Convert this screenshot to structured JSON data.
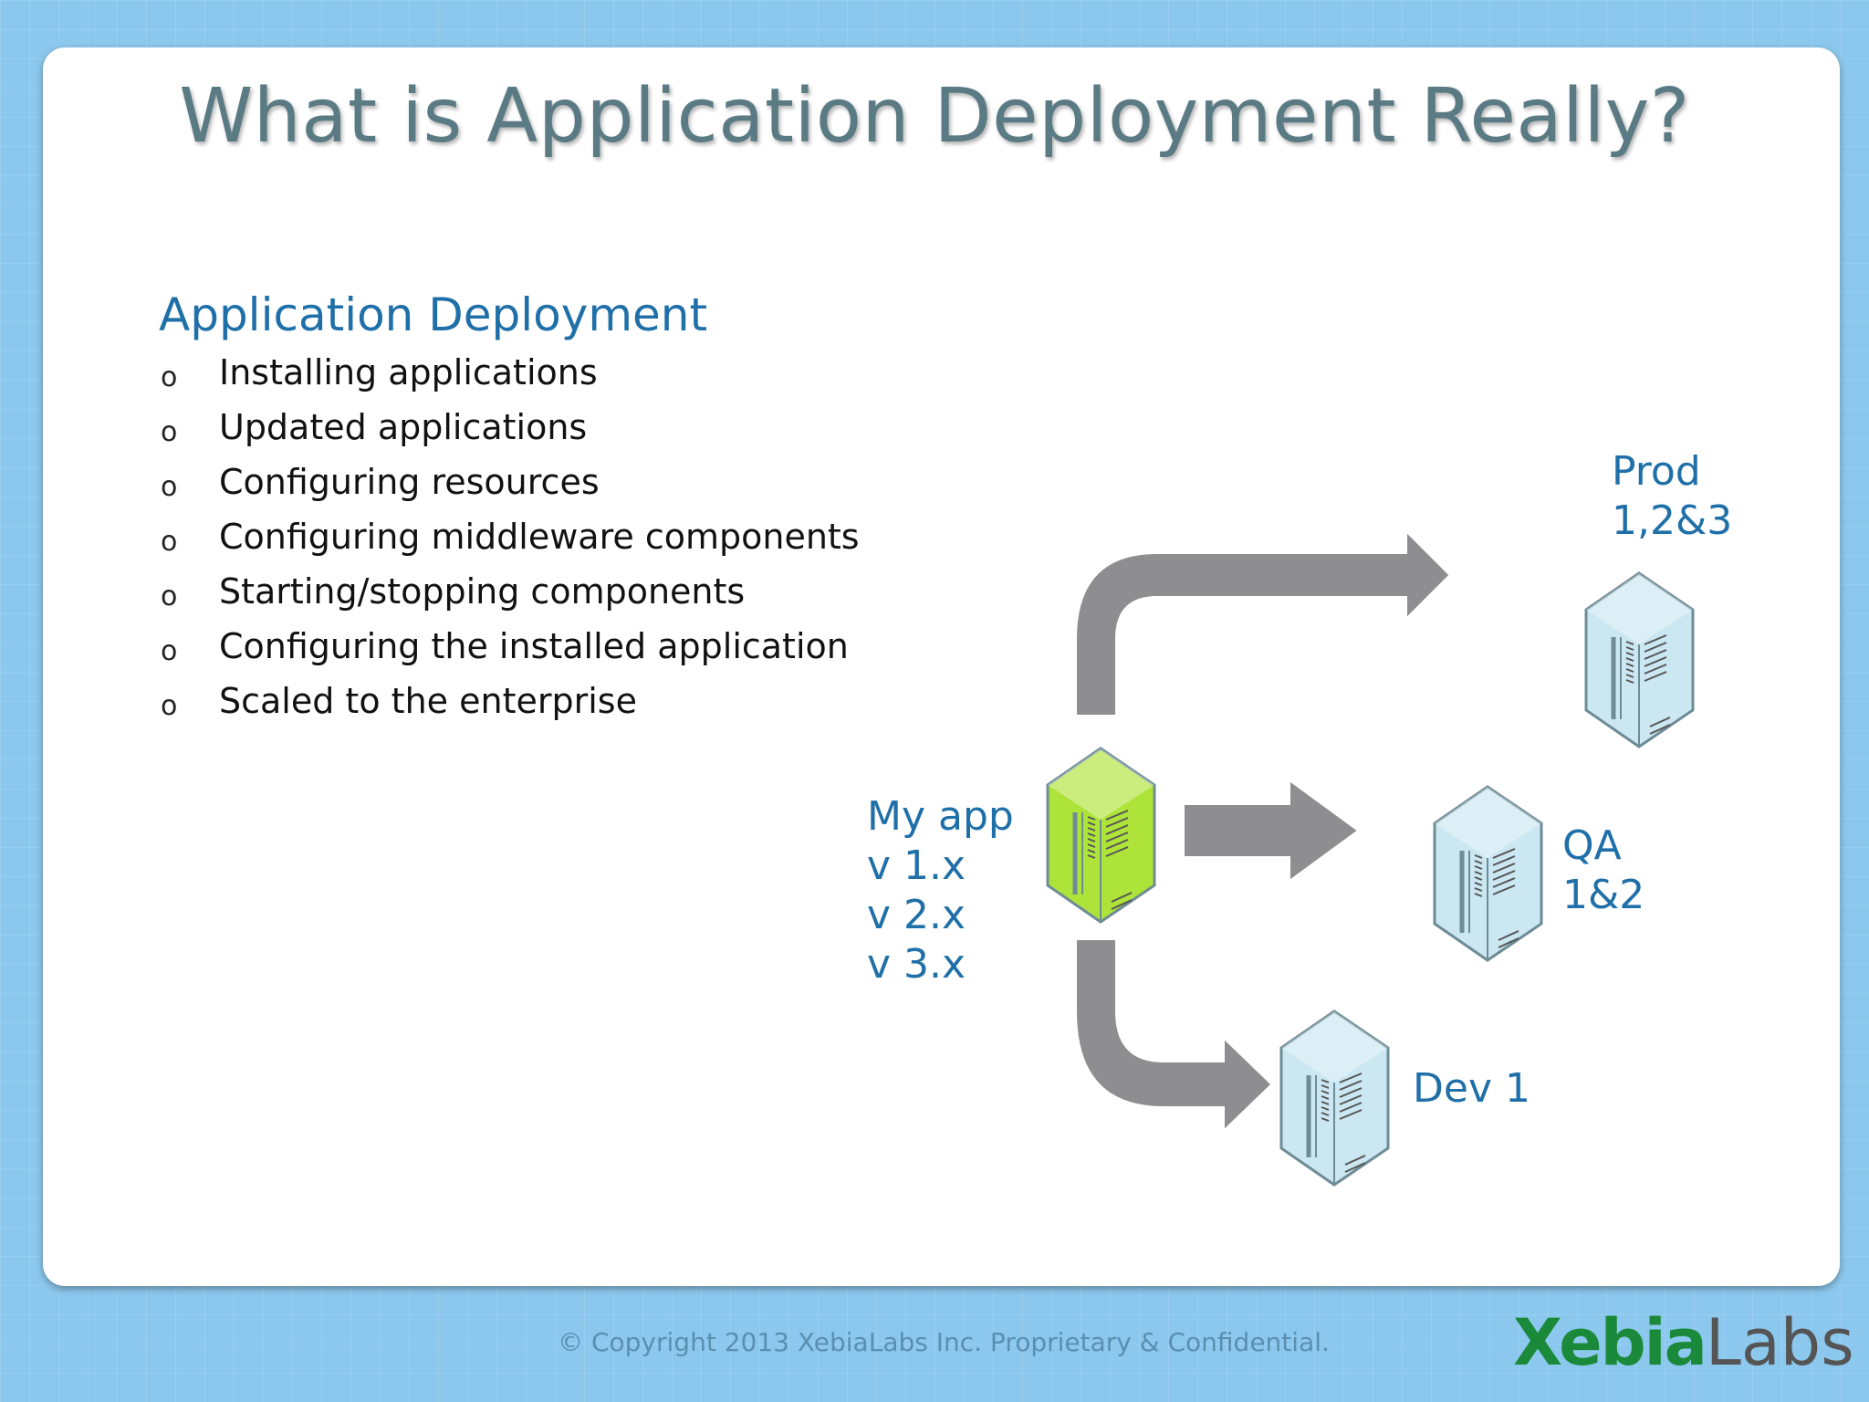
{
  "slide": {
    "title": "What is Application Deployment Really?",
    "section_heading": "Application Deployment",
    "bullet_marker": "o",
    "bullets": [
      "Installing applications",
      "Updated applications",
      "Configuring resources",
      "Configuring middleware components",
      "Starting/stopping components",
      "Configuring the installed application",
      "Scaled to the enterprise"
    ]
  },
  "diagram": {
    "source_label": [
      "My app",
      "v 1.x",
      "v 2.x",
      "v 3.x"
    ],
    "targets": {
      "prod": [
        "Prod",
        "1,2&3"
      ],
      "qa": [
        "QA",
        "1&2"
      ],
      "dev": [
        "Dev 1"
      ]
    },
    "colors": {
      "source_server": "#aee33a",
      "target_server": "#cbe7f2",
      "arrow": "#8e8e90"
    },
    "icons": [
      "server-icon",
      "arrow-right-icon"
    ]
  },
  "footer": {
    "copyright": "© Copyright 2013 XebiaLabs Inc. Proprietary & Confidential.",
    "logo_prefix": "Xebia",
    "logo_suffix": "Labs"
  }
}
